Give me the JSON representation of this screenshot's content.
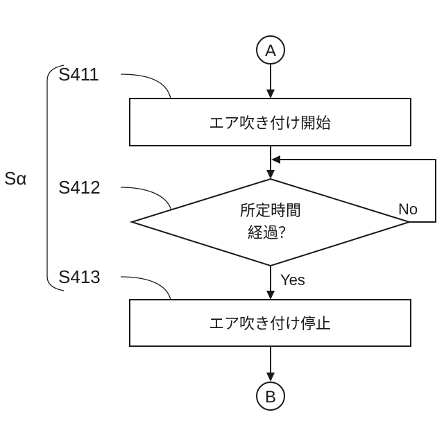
{
  "connectors": {
    "top": "A",
    "bottom": "B"
  },
  "group_label": "Sα",
  "steps": [
    {
      "id": "S411",
      "text": "エア吹き付け開始"
    },
    {
      "id": "S412",
      "line1": "所定時間",
      "line2": "経過？"
    },
    {
      "id": "S413",
      "text": "エア吹き付け停止"
    }
  ],
  "branches": {
    "yes": "Yes",
    "no": "No"
  }
}
